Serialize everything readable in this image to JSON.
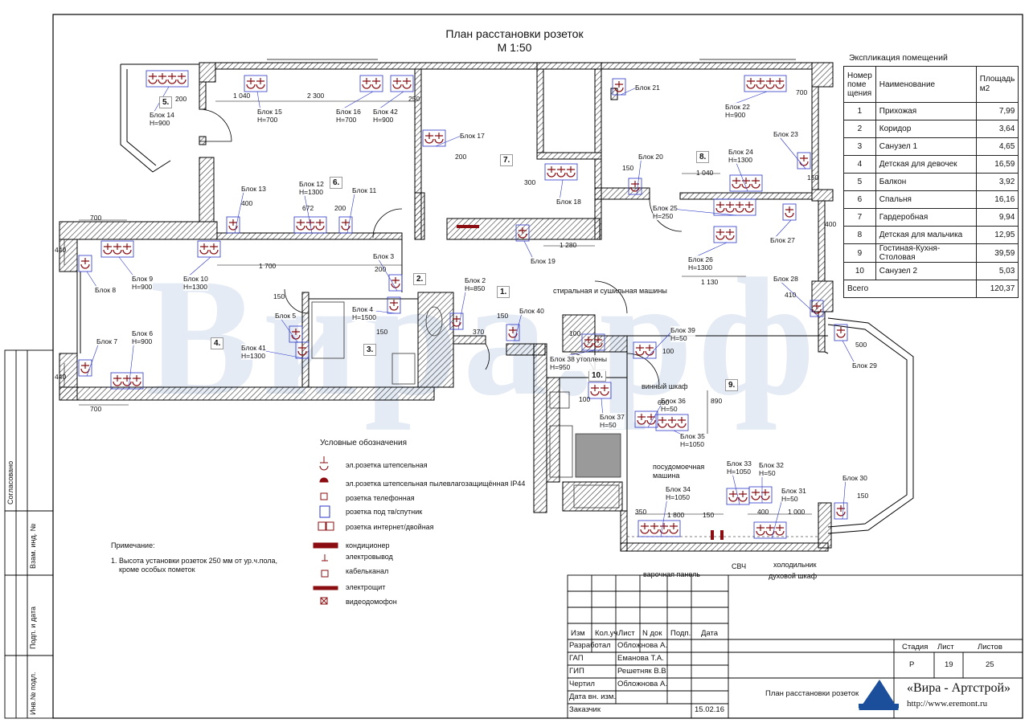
{
  "title": "План расстановки розеток",
  "scale": "М 1:50",
  "watermark": "Вира.рф",
  "explication": {
    "title": "Экспликация помещений",
    "headers": [
      "Номер поме щения",
      "Наименование",
      "Площадь м2"
    ],
    "rows": [
      {
        "n": "1",
        "name": "Прихожая",
        "area": "7,99"
      },
      {
        "n": "2",
        "name": "Коридор",
        "area": "3,64"
      },
      {
        "n": "3",
        "name": "Санузел 1",
        "area": "4,65"
      },
      {
        "n": "4",
        "name": "Детская для девочек",
        "area": "16,59"
      },
      {
        "n": "5",
        "name": "Балкон",
        "area": "3,92"
      },
      {
        "n": "6",
        "name": "Спальня",
        "area": "16,16"
      },
      {
        "n": "7",
        "name": "Гардеробная",
        "area": "9,94"
      },
      {
        "n": "8",
        "name": "Детская для мальчика",
        "area": "12,95"
      },
      {
        "n": "9",
        "name": "Гостиная-Кухня-Столовая",
        "area": "39,59"
      },
      {
        "n": "10",
        "name": "Санузел 2",
        "area": "5,03"
      }
    ],
    "total_label": "Всего",
    "total": "120,37"
  },
  "legend": {
    "title": "Условные обозначения",
    "items": [
      "эл.розетка штепсельная",
      "эл.розетка штепсельная пылевлагозащищённая IP44",
      "розетка  телефонная",
      "розетка под тв/спутник",
      "розетка интернет/двойная",
      "кондиционер",
      "электровывод",
      "кабельканал",
      "электрощит",
      "видеодомофон"
    ]
  },
  "note": {
    "title": "Примечание:",
    "text1": "1. Высота установки розеток 250 мм от ур.ч.пола,",
    "text2": "кроме особых пометок"
  },
  "rooms": [
    "1.",
    "2.",
    "3.",
    "4.",
    "5.",
    "6.",
    "7.",
    "8.",
    "9.",
    "10."
  ],
  "blocks": [
    {
      "label": "Блок 14",
      "h": "H=900"
    },
    {
      "label": "Блок 15",
      "h": "H=700"
    },
    {
      "label": "Блок 16",
      "h": "H=700"
    },
    {
      "label": "Блок 42",
      "h": "H=900"
    },
    {
      "label": "Блок 21",
      "h": ""
    },
    {
      "label": "Блок 22",
      "h": "H=900"
    },
    {
      "label": "Блок 23",
      "h": ""
    },
    {
      "label": "Блок 17",
      "h": ""
    },
    {
      "label": "Блок 18",
      "h": ""
    },
    {
      "label": "Блок 20",
      "h": ""
    },
    {
      "label": "Блок 24",
      "h": "H=1300"
    },
    {
      "label": "Блок 12",
      "h": "H=1300"
    },
    {
      "label": "Блок 13",
      "h": ""
    },
    {
      "label": "Блок 11",
      "h": ""
    },
    {
      "label": "Блок 25",
      "h": "H=250"
    },
    {
      "label": "Блок 26",
      "h": "H=1300"
    },
    {
      "label": "Блок 27",
      "h": ""
    },
    {
      "label": "Блок 19",
      "h": ""
    },
    {
      "label": "Блок 9",
      "h": "H=900"
    },
    {
      "label": "Блок 10",
      "h": "H=1300"
    },
    {
      "label": "Блок 8",
      "h": ""
    },
    {
      "label": "Блок 3",
      "h": ""
    },
    {
      "label": "Блок 2",
      "h": "H=850"
    },
    {
      "label": "Блок 5",
      "h": ""
    },
    {
      "label": "Блок 4",
      "h": "H=1500"
    },
    {
      "label": "Блок 40",
      "h": ""
    },
    {
      "label": "Блок 28",
      "h": ""
    },
    {
      "label": "Блок 39",
      "h": "H=50"
    },
    {
      "label": "Блок 38 утоплены",
      "h": "H=950"
    },
    {
      "label": "Блок 29",
      "h": ""
    },
    {
      "label": "Блок 7",
      "h": ""
    },
    {
      "label": "Блок 6",
      "h": "H=900"
    },
    {
      "label": "Блок 41",
      "h": "H=1300"
    },
    {
      "label": "Блок 36",
      "h": "H=50"
    },
    {
      "label": "Блок 37",
      "h": "H=50"
    },
    {
      "label": "Блок 35",
      "h": "H=1050"
    },
    {
      "label": "Блок 33",
      "h": "H=1050"
    },
    {
      "label": "Блок 32",
      "h": "H=50"
    },
    {
      "label": "Блок 34",
      "h": "H=1050"
    },
    {
      "label": "Блок 31",
      "h": "H=50"
    },
    {
      "label": "Блок 30",
      "h": ""
    }
  ],
  "dimensions": [
    "1 040",
    "2 300",
    "200",
    "250",
    "700",
    "200",
    "300",
    "150",
    "1 040",
    "150",
    "400",
    "672",
    "200",
    "700",
    "440",
    "1 700",
    "1 280",
    "1 130",
    "400",
    "200",
    "150",
    "150",
    "370",
    "150",
    "100",
    "100",
    "410",
    "500",
    "440",
    "700",
    "100",
    "690",
    "890",
    "350",
    "1 800",
    "150",
    "400",
    "1 000",
    "150"
  ],
  "annotations": {
    "washer": "стиральная и сушильная машины",
    "wine": "винный шкаф",
    "dishwasher": "посудомоечная машина",
    "hob": "варочная панель",
    "microwave": "СВЧ",
    "fridge": "холодильник",
    "oven": "духовой шкаф"
  },
  "stamp": {
    "header": [
      "Изм",
      "Кол.уч",
      "Лист",
      "N док",
      "Подп.",
      "Дата"
    ],
    "rows": [
      {
        "role": "Разработал",
        "name": "Обложнова А."
      },
      {
        "role": "ГАП",
        "name": "Еманова Т.А."
      },
      {
        "role": "ГИП",
        "name": "Решетняк В.В."
      },
      {
        "role": "Чертил",
        "name": "Обложнова А."
      },
      {
        "role": "Дата вн. изм.",
        "name": ""
      },
      {
        "role": "Заказчик",
        "name": ""
      }
    ],
    "date": "15.02.16",
    "stage_label": "Стадия",
    "sheet_label": "Лист",
    "sheets_label": "Листов",
    "stage": "Р",
    "sheet": "19",
    "sheets": "25",
    "doc_title": "План расстановки розеток"
  },
  "side_labels": [
    "Согласовано",
    "Взам. инд. №",
    "Подп. и дата",
    "Инв.№ подл."
  ],
  "brand": {
    "name": "«Вира - Артстрой»",
    "url": "http://www.eremont.ru"
  },
  "colors": {
    "socket_red": "#8b0d12",
    "block_frame": "#2a36c8",
    "wall_hatch": "#555555",
    "watermark": "#8aa6cf",
    "brand_blue": "#1b4f9c"
  }
}
